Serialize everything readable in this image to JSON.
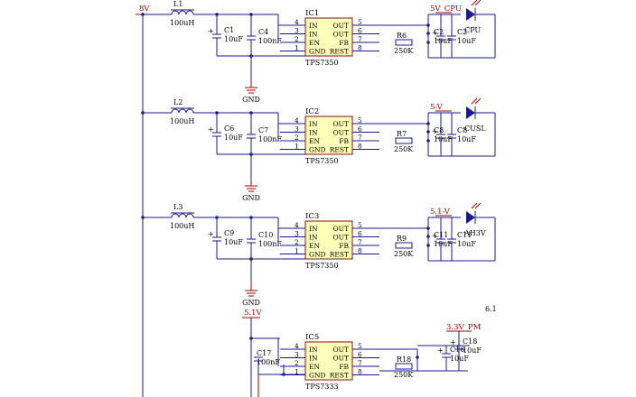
{
  "supply_net": "8V",
  "ground_label": "GND",
  "side_marker": "6.1",
  "pin_names_left": [
    "IN",
    "IN",
    "EN",
    "GND"
  ],
  "pin_names_right": [
    "OUT",
    "OUT",
    "FB",
    "REST"
  ],
  "pins_left": [
    "4",
    "3",
    "2",
    "1"
  ],
  "pins_right": [
    "5",
    "6",
    "7",
    "8"
  ],
  "stages": [
    {
      "inductor": "L1",
      "inductor_value": "100uH",
      "cin1": "C1",
      "cin1_value": "10uF",
      "cin2": "C4",
      "cin2_value": "100nF",
      "ic": "IC1",
      "part": "TPS7350",
      "resistor": "R6",
      "resistor_value": "250K",
      "out_net": "5V_CPU",
      "cout1": "C2",
      "cout1_value": "10uF",
      "cout2": "C2",
      "cout2_value": "10uF",
      "led_label": "CPU"
    },
    {
      "inductor": "L2",
      "inductor_value": "100uH",
      "cin1": "C6",
      "cin1_value": "10uF",
      "cin2": "C7",
      "cin2_value": "100nF",
      "ic": "IC2",
      "part": "TPS7350",
      "resistor": "R7",
      "resistor_value": "250K",
      "out_net": "5-V",
      "cout1": "C8",
      "cout1_value": "10uF",
      "cout2": "C8",
      "cout2_value": "10uF",
      "led_label": "CUSL"
    },
    {
      "inductor": "L3",
      "inductor_value": "100uH",
      "cin1": "C9",
      "cin1_value": "10uF",
      "cin2": "C10",
      "cin2_value": "100nF",
      "ic": "IC3",
      "part": "TPS7350",
      "resistor": "R9",
      "resistor_value": "250K",
      "out_net": "5.1-V",
      "cout1": "C11",
      "cout1_value": "10uF",
      "cout2": "C11",
      "cout2_value": "10uF",
      "led_label": "AH3V"
    }
  ],
  "stage4": {
    "in_net": "5.1V",
    "cin2": "C17",
    "cin2_value": "100nF",
    "ic": "IC5",
    "part": "TPS7333",
    "resistor": "R18",
    "resistor_value": "250K",
    "out_net": "3.3V_PM",
    "cout1": "C16",
    "cout1_value": "10uF",
    "cout2": "C18",
    "cout2_value": "10uF"
  }
}
